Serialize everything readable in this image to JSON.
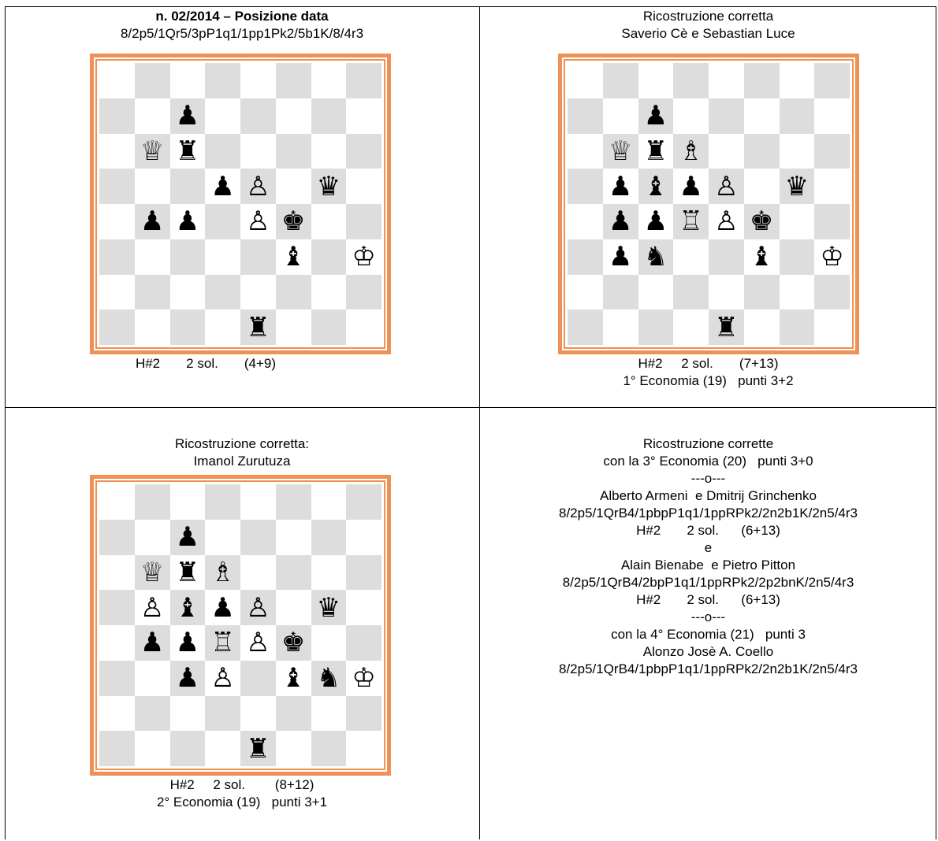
{
  "cells": [
    {
      "lines": [
        "n. 02/2014 – Posizione data",
        "8/2p5/1Qr5/3pP1q1/1pp1Pk2/5b1K/8/4r3"
      ],
      "below": [
        "H#2       2 sol.       (4+9)"
      ],
      "fen": "8/2p5/1Qr5/3pP1q1/1pp1Pk2/5b1K/8/4r3"
    },
    {
      "lines": [
        "Ricostruzione corretta",
        "Saverio Cè e Sebastian Luce"
      ],
      "below": [
        "H#2     2 sol.       (7+13)",
        "1° Economia (19)   punti 3+2"
      ],
      "fen": "8/2p5/1QrB4/1pbpP1q1/1ppRPk2/1pn2b1K/8/4r3"
    },
    {
      "lines": [
        "Ricostruzione corretta:",
        "Imanol Zurutuza"
      ],
      "below": [
        "H#2     2 sol.        (8+12)",
        "2° Economia (19)   punti 3+1"
      ],
      "fen": "8/2p5/1QrB4/1PbpP1q1/1ppRPk2/2pP1bnK/8/4r3"
    },
    {
      "lines": [
        "Ricostruzione corrette",
        "con la 3° Economia (20)   punti 3+0",
        "---o---",
        "Alberto Armeni  e Dmitrij Grinchenko",
        "8/2p5/1QrB4/1pbpP1q1/1ppRPk2/2n2b1K/2n5/4r3",
        "H#2       2 sol.      (6+13)",
        "e",
        "Alain Bienabe  e Pietro Pitton",
        "8/2p5/1QrB4/2bpP1q1/1ppRPk2/2p2bnK/2n5/4r3",
        "H#2       2 sol.      (6+13)",
        "---o---",
        "con la 4° Economia (21)   punti 3",
        "Alonzo Josè A. Coello",
        "8/2p5/1QrB4/1pbpP1q1/1ppRPk2/2n2b1K/2n5/4r3"
      ]
    }
  ],
  "colors": {
    "frame": "#ef9055",
    "dark_square": "#dddddd",
    "light_square": "#ffffff",
    "border": "#000000"
  }
}
